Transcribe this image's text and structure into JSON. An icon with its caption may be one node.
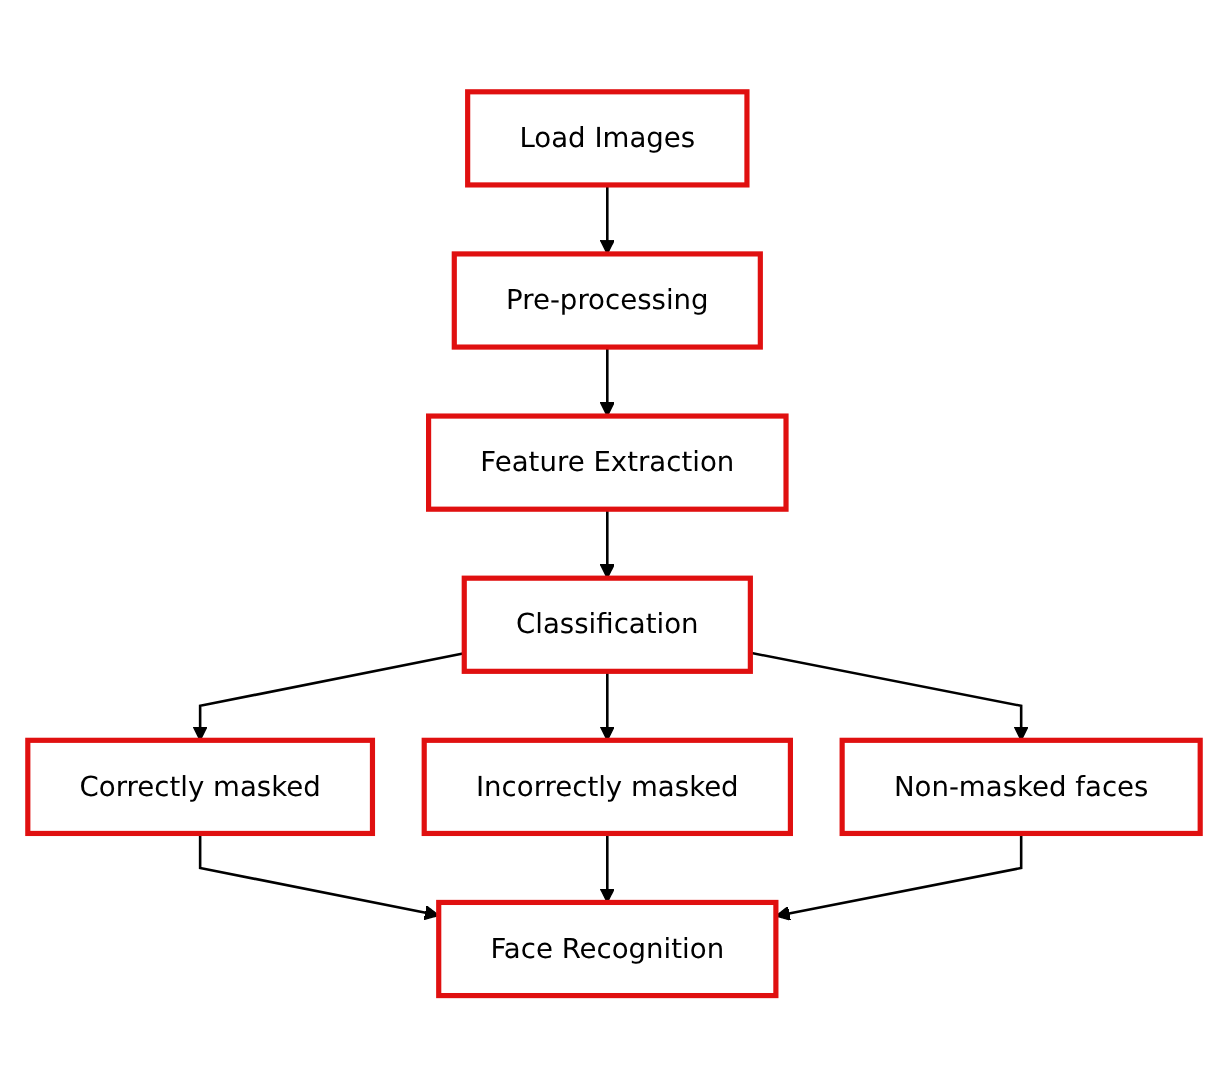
{
  "diagram": {
    "nodes": [
      {
        "text": [
          "Load Images"
        ]
      },
      {
        "text": [
          "Pre-processing"
        ]
      },
      {
        "text": [
          "Feature Extraction"
        ]
      },
      {
        "text": [
          "Classification"
        ]
      },
      {
        "text": [
          "Correctly masked"
        ]
      },
      {
        "text": [
          "Incorrectly masked"
        ]
      },
      {
        "text": [
          "Non-masked faces"
        ]
      },
      {
        "text": [
          "Face Recognition"
        ]
      }
    ],
    "edges": [
      {
        "from": 0,
        "to": 1,
        "arrow": "to"
      },
      {
        "from": 1,
        "to": 2,
        "arrow": "to"
      },
      {
        "from": 2,
        "to": 3,
        "arrow": "to"
      },
      {
        "from": 3,
        "to": 4,
        "arrow": "to"
      },
      {
        "from": 3,
        "to": 5,
        "arrow": "to"
      },
      {
        "from": 3,
        "to": 6,
        "arrow": "to"
      },
      {
        "from": 4,
        "to": 7,
        "arrow": "to"
      },
      {
        "from": 5,
        "to": 7,
        "arrow": "to"
      },
      {
        "from": 6,
        "to": 7,
        "arrow": "to"
      }
    ]
  }
}
